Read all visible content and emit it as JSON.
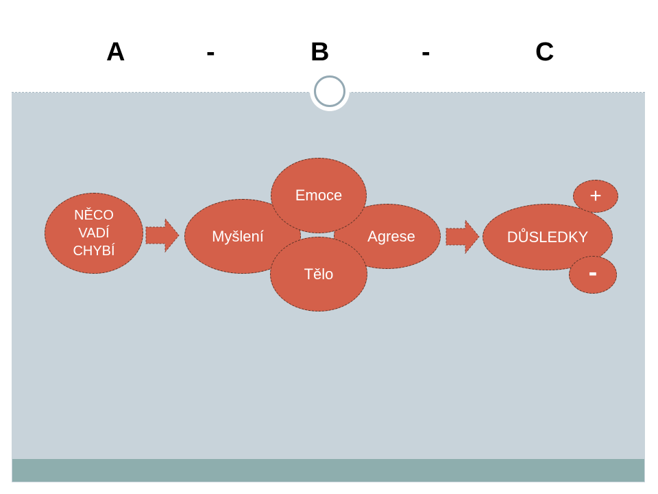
{
  "title": {
    "a": "A",
    "dash1": "-",
    "b": "B",
    "dash2": "-",
    "c": "C"
  },
  "diagram": {
    "trigger_lines": [
      "NĚCO",
      "VADÍ",
      "CHYBÍ"
    ],
    "thinking": "Myšlení",
    "emotion": "Emoce",
    "body": "Tělo",
    "aggression": "Agrese",
    "consequences": "DŮSLEDKY",
    "plus": "+",
    "minus": "-"
  },
  "colors": {
    "bubble_fill": "#d4604a",
    "background": "#c8d3da",
    "footer": "#8eaeae"
  }
}
